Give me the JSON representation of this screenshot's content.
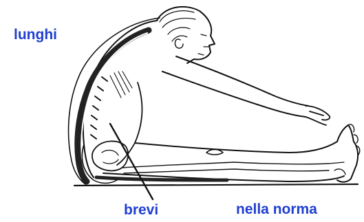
{
  "figure": {
    "icon": "seated-forward-bend-illustration",
    "label_color": "#1f3fd0"
  },
  "labels": {
    "long_muscles": "lunghi",
    "short_muscles": "brevi",
    "normal_muscles": "nella norma"
  }
}
